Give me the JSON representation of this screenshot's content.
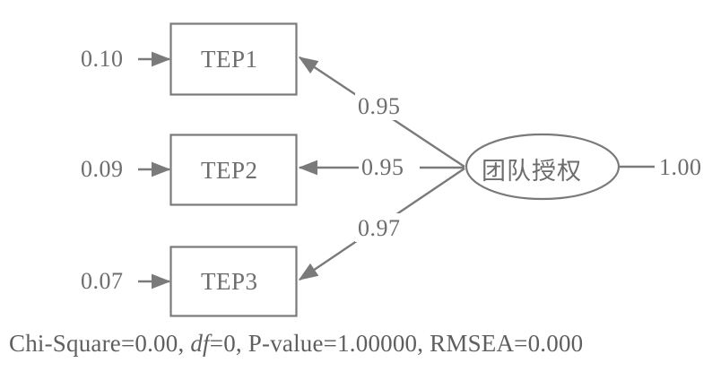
{
  "figure": {
    "type": "sem-path-diagram",
    "title_text": "",
    "stroke_color": "#7a7a7a",
    "text_color": "#6d6d6d",
    "background_color": "#ffffff"
  },
  "observed_variables": [
    {
      "id": "TEP1",
      "label": "TEP1",
      "error_variance": "0.10",
      "loading": "0.95"
    },
    {
      "id": "TEP2",
      "label": "TEP2",
      "error_variance": "0.09",
      "loading": "0.95"
    },
    {
      "id": "TEP3",
      "label": "TEP3",
      "error_variance": "0.07",
      "loading": "0.97"
    }
  ],
  "latent_variable": {
    "id": "team-empowerment",
    "label": "团队授权",
    "variance": "1.00"
  },
  "fit_statistics": {
    "full_text": "Chi-Square=0.00, df=0, P-value=1.00000, RMSEA=0.000",
    "chi_square_label": "Chi-Square=0.00, ",
    "df_italic": "df",
    "df_value": "=0, ",
    "p_value": "P-value=1.00000, ",
    "rmsea": "RMSEA=0.000"
  }
}
